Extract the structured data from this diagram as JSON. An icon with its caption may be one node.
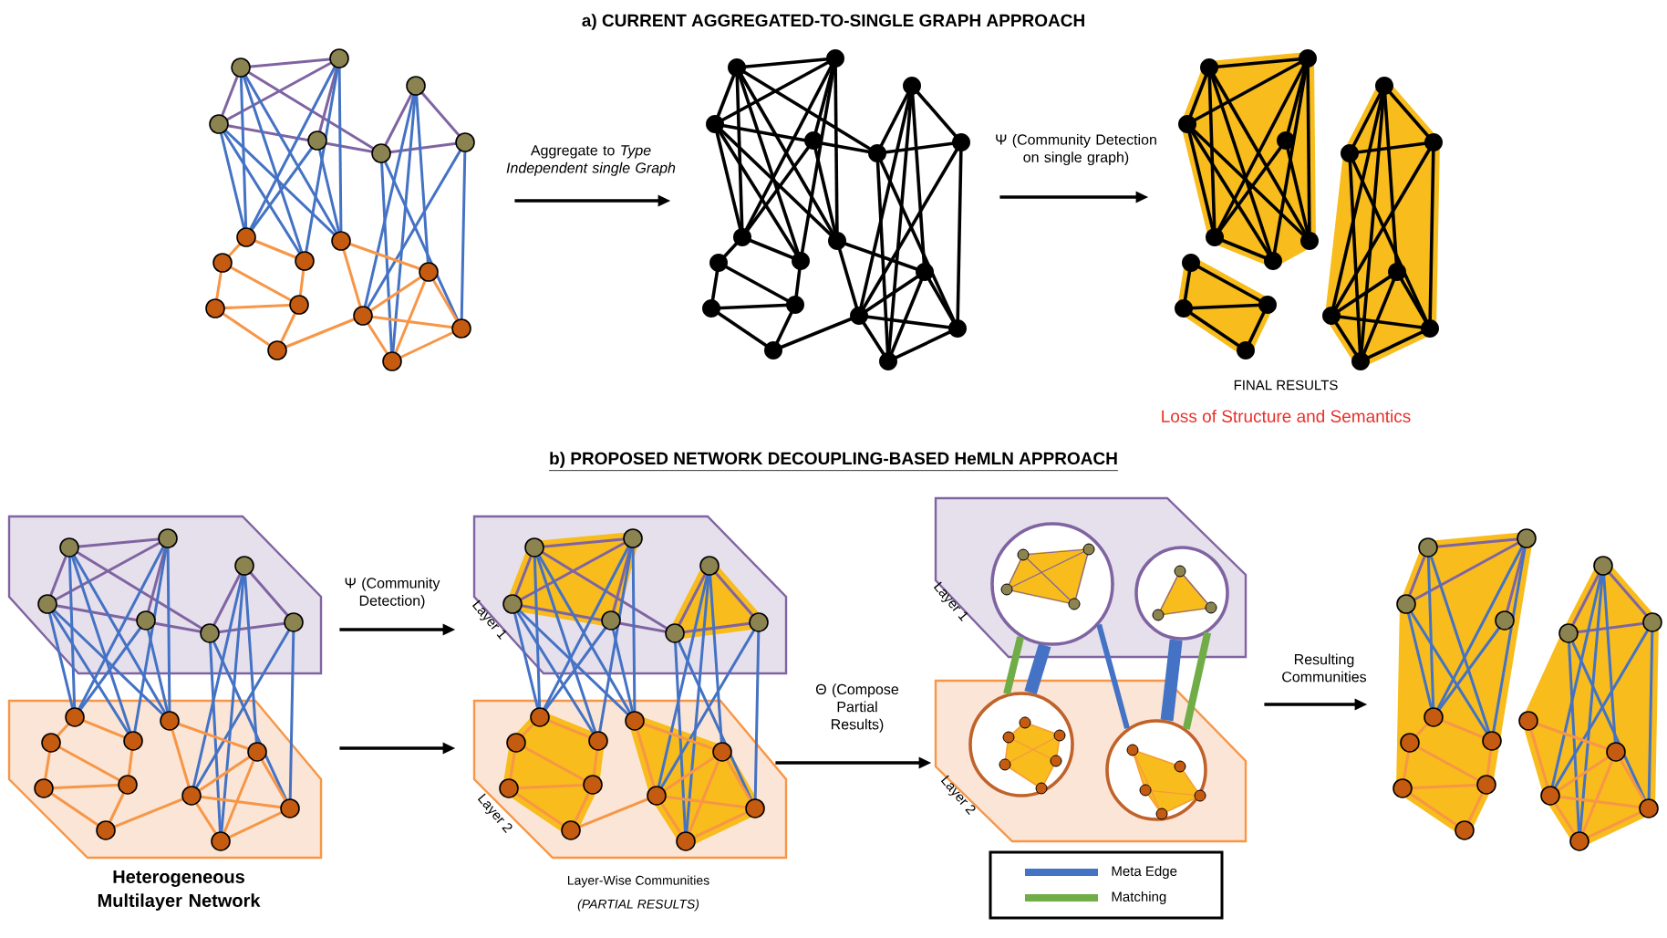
{
  "diagram": {
    "nodes": [
      {
        "text": [],
        "shape": "picture"
      },
      {
        "text": [],
        "shape": "picture"
      },
      {
        "text": [],
        "shape": "picture",
        "beside": [
          "FINAL RESULTS",
          "Loss of Structure and Semantics"
        ]
      },
      {
        "text": [],
        "shape": "box"
      },
      {
        "text": [],
        "shape": "box",
        "beside": [
          "Heterogeneous Multilayer Network"
        ]
      },
      {
        "text": [
          "Layer 1"
        ]
      },
      {
        "text": [
          "Layer 2"
        ]
      },
      {
        "text": [
          "Layer 1"
        ]
      },
      {
        "text": [
          "Layer 2"
        ]
      },
      {
        "text": [],
        "shape": "circle",
        "in": 7
      },
      {
        "text": [],
        "shape": "circle",
        "in": 7
      },
      {
        "text": [],
        "shape": "circle",
        "in": 8
      },
      {
        "text": [],
        "shape": "circle",
        "in": 8
      },
      {
        "text": [],
        "shape": "picture"
      }
    ],
    "edges": [
      {
        "from": 0,
        "to": 1,
        "arrow": "to",
        "label": "Aggregate to *Type Independent single Graph*"
      },
      {
        "from": 1,
        "to": 2,
        "arrow": "to",
        "label": "Ψ (Community Detection on single graph)"
      },
      {
        "from": 3,
        "to": 5,
        "arrow": "to",
        "label": "Ψ (Community Detection)"
      },
      {
        "from": 4,
        "to": 6,
        "arrow": "to"
      },
      {
        "from": 6,
        "to": 8,
        "arrow": "to",
        "label": "Θ (Compose Partial Results)"
      },
      {
        "from": 8,
        "to": 13,
        "arrow": "to",
        "label": "Resulting Communities"
      },
      {
        "from": 9,
        "to": 11,
        "arrow": "none",
        "style": "thick",
        "color": "#70ad47"
      },
      {
        "from": 9,
        "to": 11,
        "arrow": "none",
        "style": "thick",
        "color": "#4472c4"
      },
      {
        "from": 9,
        "to": 12,
        "arrow": "none",
        "color": "#4472c4"
      },
      {
        "from": 10,
        "to": 12,
        "arrow": "none",
        "style": "thick",
        "color": "#4472c4"
      },
      {
        "from": 10,
        "to": 12,
        "arrow": "none",
        "style": "thick",
        "color": "#70ad47"
      }
    ],
    "labels": [
      "a) CURRENT AGGREGATED-TO-SINGLE GRAPH APPROACH",
      "b) PROPOSED NETWORK DECOUPLING-BASED HeMLN APPROACH",
      "Layer-Wise Communities",
      "(PARTIAL RESULTS)"
    ],
    "legend": [
      {
        "text": "Meta Edge",
        "color": "#4472c4"
      },
      {
        "text": "Matching",
        "color": "#70ad47"
      }
    ]
  }
}
